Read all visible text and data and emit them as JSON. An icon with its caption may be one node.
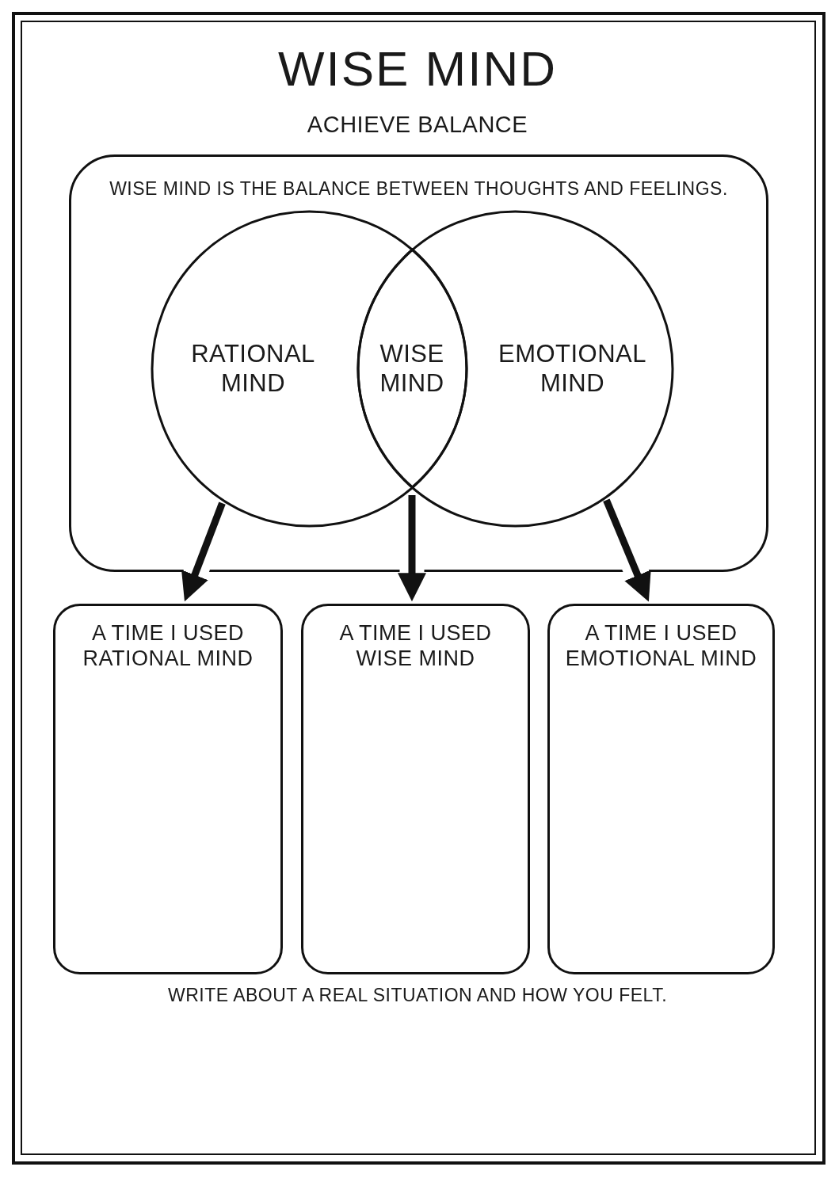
{
  "diagram": {
    "title": "WISE MIND",
    "nodes": [
      {
        "text": [
          "WISE MIND IS THE BALANCE BETWEEN THOUGHTS AND FEELINGS."
        ]
      },
      {
        "text": [
          "RATIONAL MIND"
        ],
        "in": 0
      },
      {
        "text": [
          "WISE MIND"
        ]
      },
      {
        "text": [
          "EMOTIONAL MIND"
        ],
        "in": 0
      },
      {
        "text": [
          "A TIME I USED RATIONAL MIND"
        ]
      },
      {
        "text": [
          "A TIME I USED WISE MIND"
        ]
      },
      {
        "text": [
          "A TIME I USED EMOTIONAL MIND"
        ]
      }
    ],
    "edges": [
      {
        "from": 1,
        "to": 4,
        "arrow": "to"
      },
      {
        "from": 2,
        "to": 5,
        "arrow": "to"
      },
      {
        "from": 3,
        "to": 6,
        "arrow": "to"
      }
    ],
    "labels": [
      "ACHIEVE BALANCE",
      "WRITE ABOUT A REAL SITUATION AND HOW YOU FELT."
    ]
  }
}
